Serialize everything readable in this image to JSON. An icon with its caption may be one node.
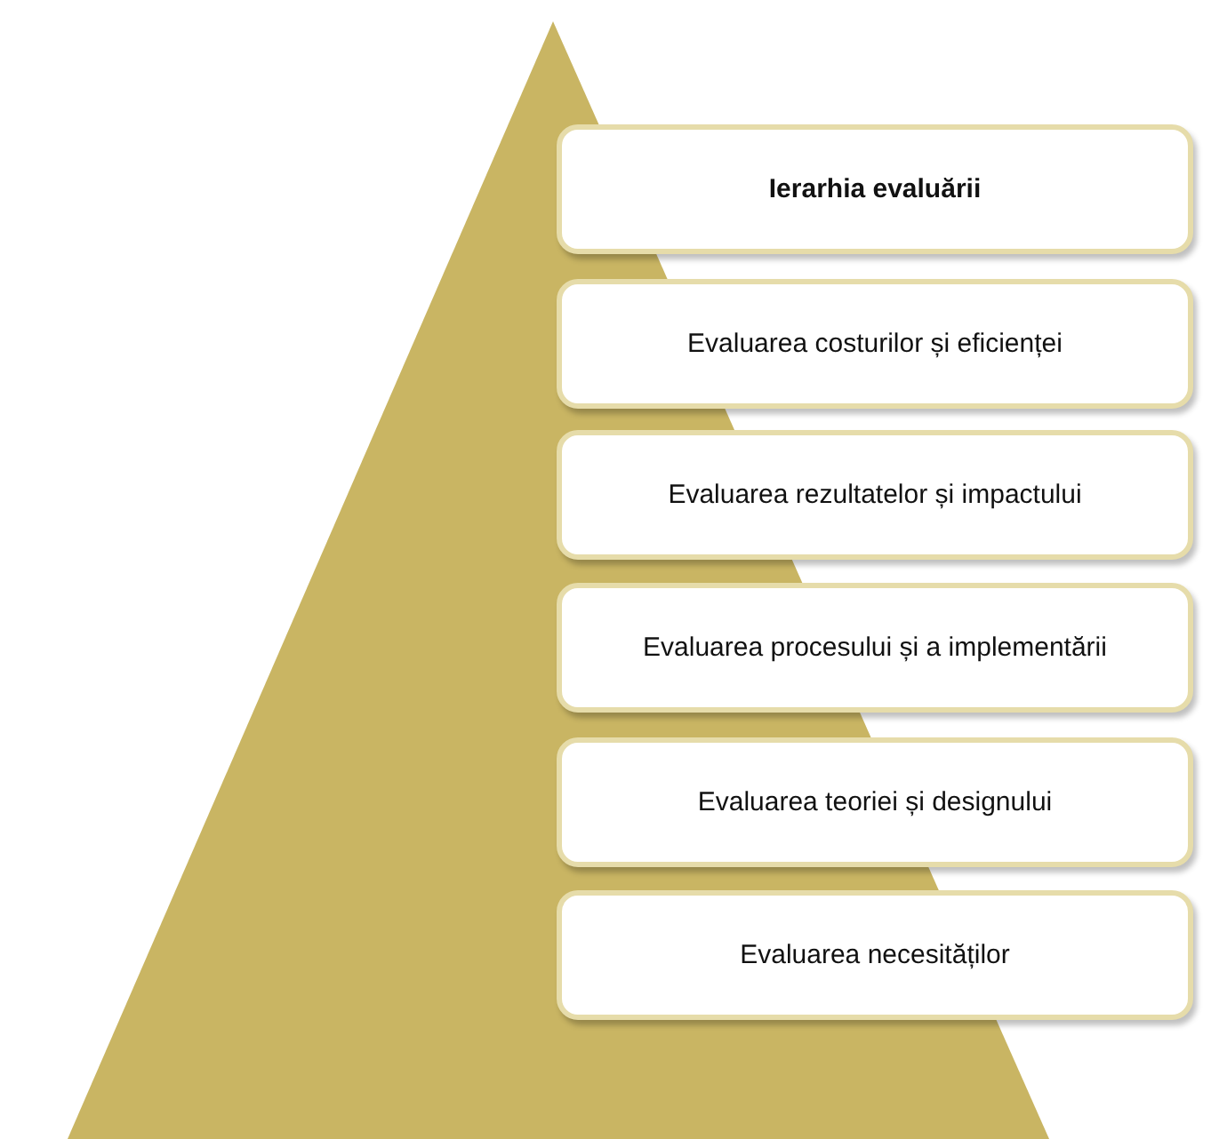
{
  "diagram": {
    "nodes": [
      {
        "text": [
          "Ierarhia evaluării"
        ]
      },
      {
        "text": [
          "Evaluarea costurilor și eficienței"
        ]
      },
      {
        "text": [
          "Evaluarea rezultatelor și impactului"
        ]
      },
      {
        "text": [
          "Evaluarea procesului și a implementării"
        ]
      },
      {
        "text": [
          "Evaluarea teoriei și designului"
        ]
      },
      {
        "text": [
          "Evaluarea necesităților"
        ]
      }
    ]
  }
}
